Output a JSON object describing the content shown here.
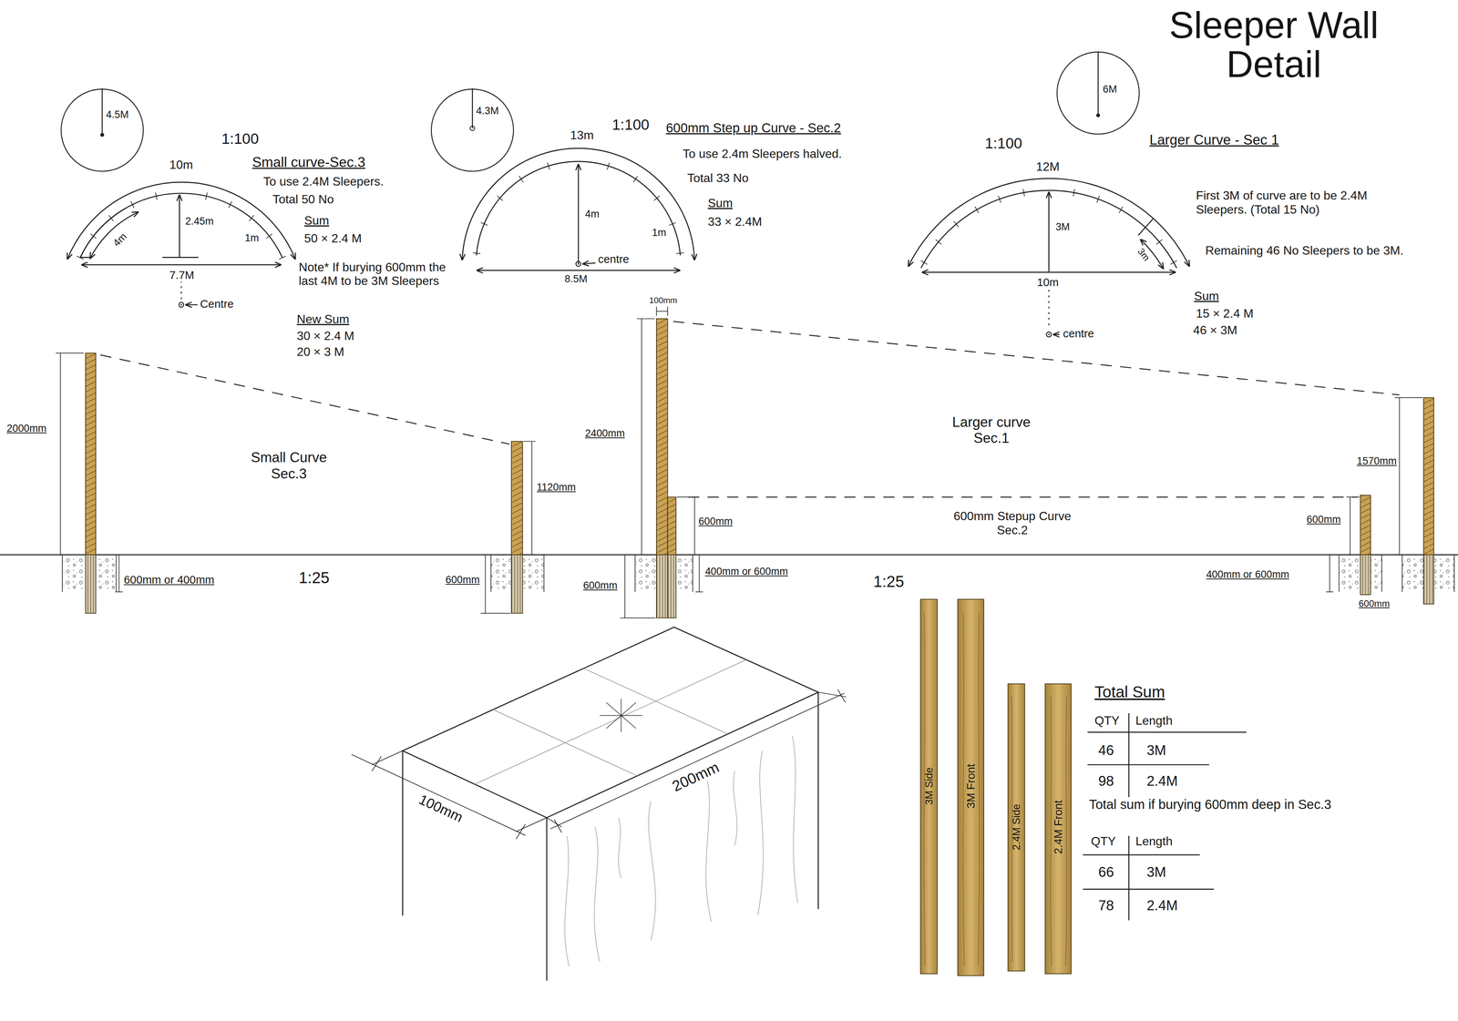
{
  "diagram": {
    "title": "Sleeper Wall Detail",
    "nodes": [
      {
        "text": [
          "4.5M"
        ]
      },
      {
        "text": [
          "4.3M"
        ]
      },
      {
        "text": [
          "6M"
        ]
      }
    ],
    "labels": [
      "1:100",
      "10m",
      "4m",
      "2.45m",
      "1m",
      "7.7M",
      "Centre",
      "Small curve-Sec.3",
      "To use 2.4M Sleepers.",
      "Total 50 No",
      "Sum",
      "50 × 2.4 M",
      "Note* If burying 600mm the last 4M to be 3M Sleepers",
      "New Sum",
      "30 × 2.4 M",
      "20 × 3 M",
      "1:100",
      "13m",
      "4m",
      "1m",
      "8.5M",
      "centre",
      "600mm Step up Curve - Sec.2",
      "To use 2.4m Sleepers halved.",
      "Total 33 No",
      "Sum",
      "33 × 2.4M",
      "1:100",
      "12M",
      "3M",
      "3m",
      "10m",
      "centre",
      "Larger Curve - Sec 1",
      "First 3M of curve are to be 2.4M Sleepers. (Total 15 No)",
      "Remaining 46 No Sleepers to be 3M.",
      "Sum",
      "15 × 2.4 M",
      "46 × 3M",
      "2000mm",
      "600mm or 400mm",
      "1:25",
      "Small Curve Sec.3",
      "1120mm",
      "600mm",
      "100mm",
      "2400mm",
      "600mm",
      "600mm",
      "400mm or 600mm",
      "Larger curve Sec.1",
      "600mm Stepup Curve Sec.2",
      "1:25",
      "1570mm",
      "600mm",
      "400mm or 600mm",
      "600mm",
      "100mm",
      "200mm",
      "3M Side",
      "3M Front",
      "2.4M Side",
      "2.4M Front",
      "Total Sum",
      "QTY",
      "Length",
      "46",
      "3M",
      "98",
      "2.4M",
      "Total sum if burying 600mm deep in Sec.3",
      "QTY",
      "Length",
      "66",
      "3M",
      "78",
      "2.4M"
    ]
  }
}
